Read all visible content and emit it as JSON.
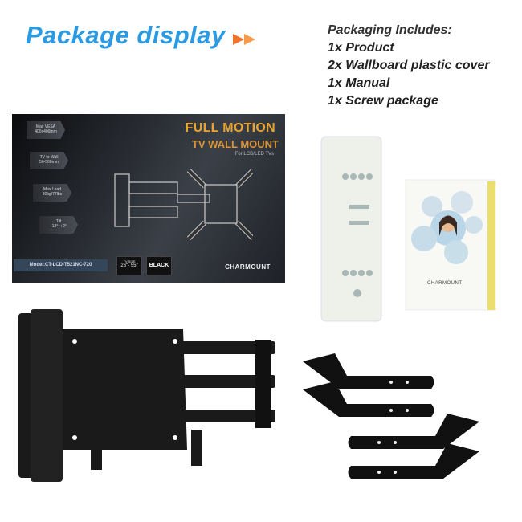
{
  "header": {
    "title": "Package display",
    "arrow_color": "#f2742a",
    "title_color": "#2a9ae2"
  },
  "includes": {
    "heading": "Packaging Includes:",
    "items": [
      "1x Product",
      "2x Wallboard plastic cover",
      "1x Manual",
      "1x Screw package"
    ]
  },
  "box": {
    "title1": "FULL MOTION",
    "title2": "TV WALL MOUNT",
    "subtitle": "For LCD/LED TVs",
    "specs": [
      {
        "label": "Max VESA",
        "value": "400x400mm"
      },
      {
        "label": "TV to Wall",
        "value": "50-500mm"
      },
      {
        "label": "Max Load",
        "value": "30kg/77lbs"
      },
      {
        "label": "Tilt",
        "value": "-12°~+2°"
      }
    ],
    "model": "Model:CT-LCD-T521NC-720",
    "size_label": "TV SIZE",
    "size": "26\"- 55\"",
    "color": "BLACK",
    "brand": "CHARMOUNT"
  },
  "manual": {
    "brand": "CHARMOUNT"
  }
}
